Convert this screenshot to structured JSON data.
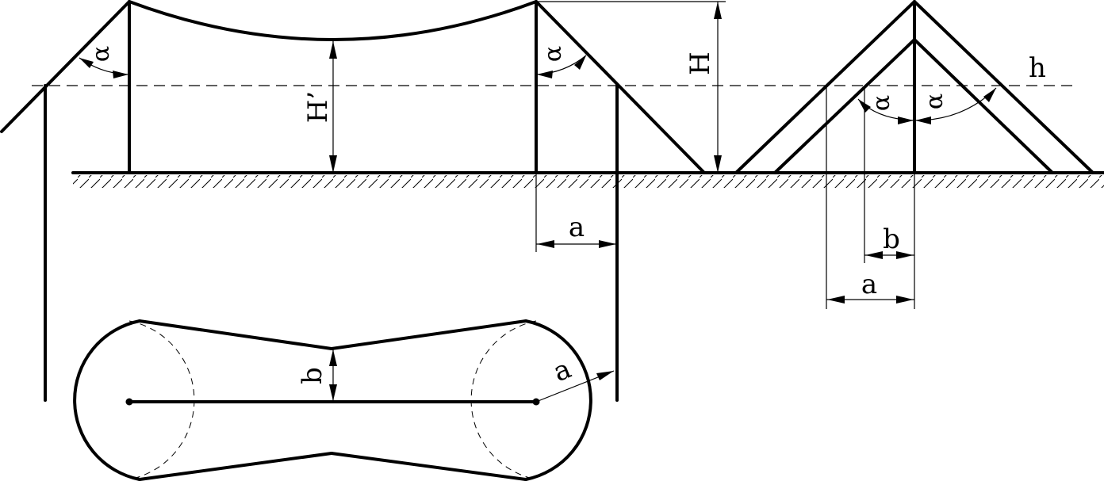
{
  "labels": {
    "alpha": "α",
    "H": "H",
    "H_prime": "H’",
    "h": "h",
    "a": "a",
    "b": "b"
  }
}
